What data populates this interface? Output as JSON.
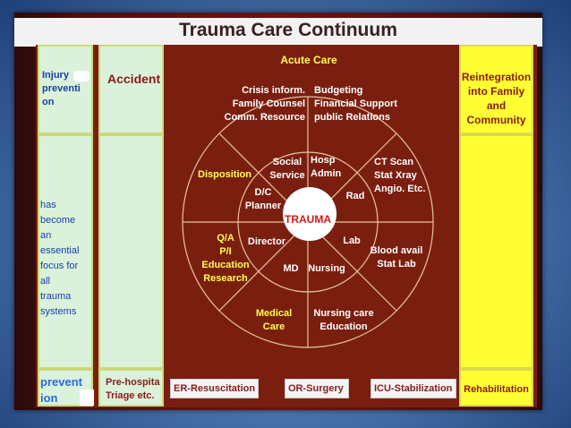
{
  "title": "Trauma Care Continuum",
  "left_column": {
    "top": [
      "Injury",
      "preventi",
      "on"
    ],
    "middle": [
      "has",
      "become",
      "an",
      "essential",
      "focus for",
      "all",
      "trauma",
      "systems"
    ],
    "bottom": [
      "prevent",
      "ion"
    ]
  },
  "accident": "Accident",
  "prehospital": [
    "Pre-hospita",
    "Triage etc."
  ],
  "acute_care": "Acute Care",
  "right": {
    "reintegration": [
      "Reintegration",
      "into Family",
      "and",
      "Community"
    ],
    "rehabilitation": "Rehabilitation"
  },
  "wheel": {
    "center": "TRAUMA",
    "segments": {
      "crisis": [
        "Crisis inform.",
        "Family Counsel",
        "Comm. Resource"
      ],
      "budgeting": [
        "Budgeting",
        "Financial Support",
        "public Relations"
      ],
      "ct": [
        "CT Scan",
        "Stat Xray",
        "Angio. Etc."
      ],
      "blood": [
        "Blood avail",
        "Stat Lab"
      ],
      "nursing_care": [
        "Nursing care",
        "Education"
      ],
      "medical_care": [
        "Medical",
        "Care"
      ],
      "qa": [
        "Q/A",
        "P/I",
        "Education",
        "Research"
      ],
      "disposition": [
        "Disposition"
      ]
    },
    "inner": {
      "social": [
        "Social",
        "Service"
      ],
      "hosp": [
        "Hosp",
        "Admin"
      ],
      "rad": "Rad",
      "lab": "Lab",
      "nursing": "Nursing",
      "md": "MD",
      "director": "Director",
      "dc": [
        "D/C",
        "Planner"
      ]
    }
  },
  "bottom_row": [
    "ER-Resuscitation",
    "OR-Surgery",
    "ICU-Stabilization"
  ]
}
